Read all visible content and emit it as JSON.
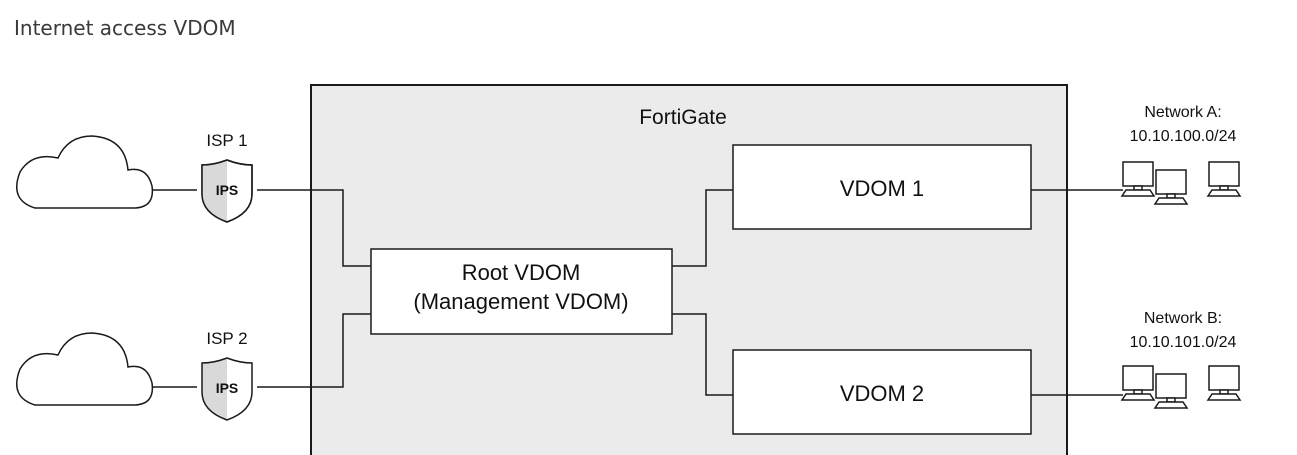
{
  "page": {
    "title": "Internet access VDOM"
  },
  "diagram": {
    "fortigate_label": "FortiGate",
    "root_vdom": {
      "line1": "Root VDOM",
      "line2": "(Management VDOM)"
    },
    "vdom1_label": "VDOM 1",
    "vdom2_label": "VDOM 2",
    "isp1": {
      "label": "ISP 1",
      "shield_text": "IPS"
    },
    "isp2": {
      "label": "ISP 2",
      "shield_text": "IPS"
    },
    "network_a": {
      "name": "Network A:",
      "subnet": "10.10.100.0/24"
    },
    "network_b": {
      "name": "Network B:",
      "subnet": "10.10.101.0/24"
    }
  },
  "colors": {
    "fortigate_fill": "#ebebeb",
    "stroke": "#1a1a1a",
    "title_text": "#3a3a3a"
  }
}
